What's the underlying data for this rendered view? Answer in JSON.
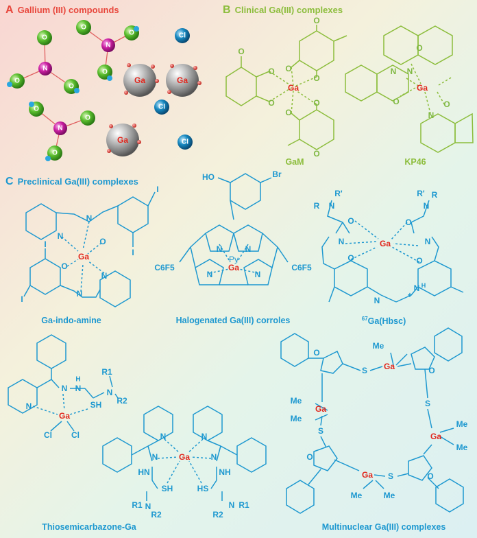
{
  "panels": {
    "a": {
      "letter": "A",
      "title": "Gallium (III) compounds"
    },
    "b": {
      "letter": "B",
      "title": "Clinical Ga(III) complexes"
    },
    "c": {
      "letter": "C",
      "title": "Preclinical Ga(III) complexes"
    }
  },
  "atoms": {
    "ga": "Ga",
    "n": "N",
    "o": "O",
    "cl": "Cl",
    "s": "S",
    "br": "Br",
    "i": "I",
    "ho": "HO",
    "py": "Py",
    "c6f5": "C6F5",
    "me": "Me",
    "sh": "SH",
    "hs": "HS",
    "nh": "NH",
    "hn": "HN",
    "h": "H",
    "r": "R",
    "r1": "R1",
    "r2": "R2",
    "rprime": "R'",
    "plus": "+"
  },
  "captions": {
    "gam": "GaM",
    "kp46": "KP46",
    "ga_indo_amine": "Ga-indo-amine",
    "corroles": "Halogenated Ga(III) corroles",
    "hbsc_sup": "67",
    "hbsc": "Ga(Hbsc)",
    "thiosemicarbazone": "Thiosemicarbazone-Ga",
    "multinuclear": "Multinuclear Ga(III) complexes"
  },
  "colors": {
    "gallium": "#e1261c",
    "panel_a": "#e8473c",
    "panel_b": "#8cbd3c",
    "panel_c": "#1d98d0",
    "nitrogen_ball": "#cc1fa3",
    "oxygen_ball": "#5bbe2e",
    "chloride_ball": "#1688c0",
    "ga_sphere": "#9a9a9a"
  }
}
